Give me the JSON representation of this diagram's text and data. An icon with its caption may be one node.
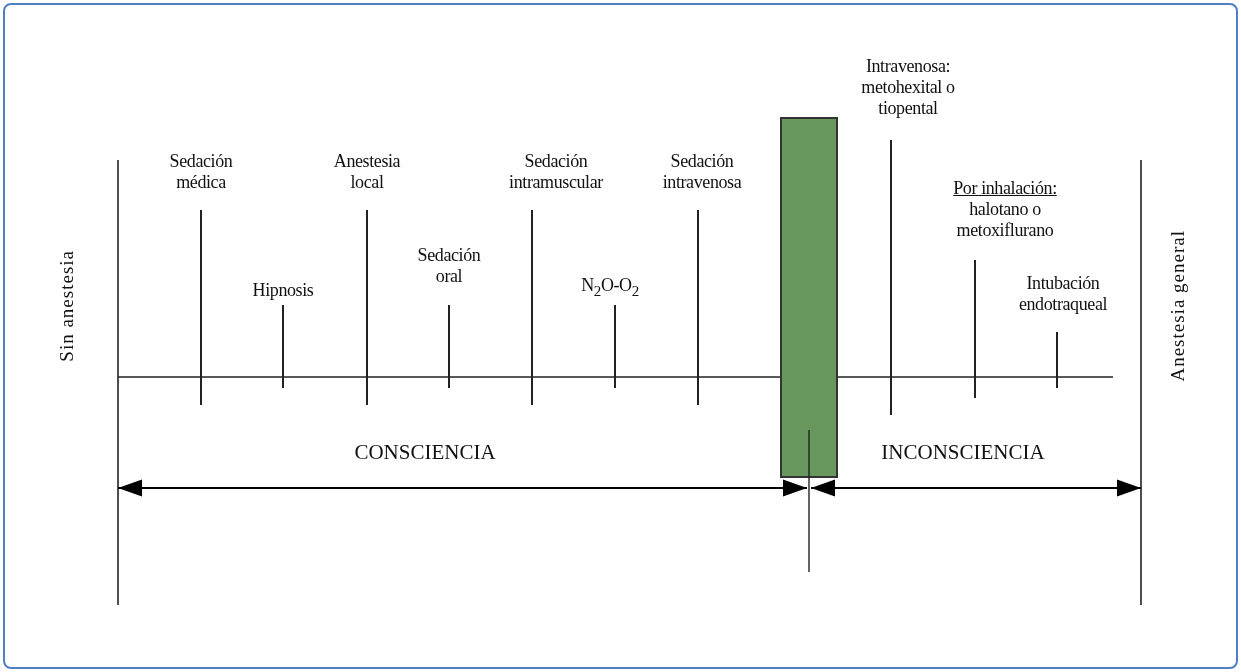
{
  "diagram": {
    "nodes": [
      {
        "text": [],
        "shape": "bar"
      }
    ],
    "labels": [
      "Intravenosa: metohexital o tiopental",
      "Sedación médica",
      "Anestesia local",
      "Sedación intramuscular",
      "Sedación intravenosa",
      "Por inhalación:",
      "halotano o metoxiflurano",
      "Sedación oral",
      "Hipnosis",
      "N$_{2}$O-O$_{2}$",
      "Intubación endotraqueal",
      "Sin anestesia",
      "Anestesia general",
      "CONSCIENCIA",
      "INCONSCIENCIA"
    ]
  }
}
